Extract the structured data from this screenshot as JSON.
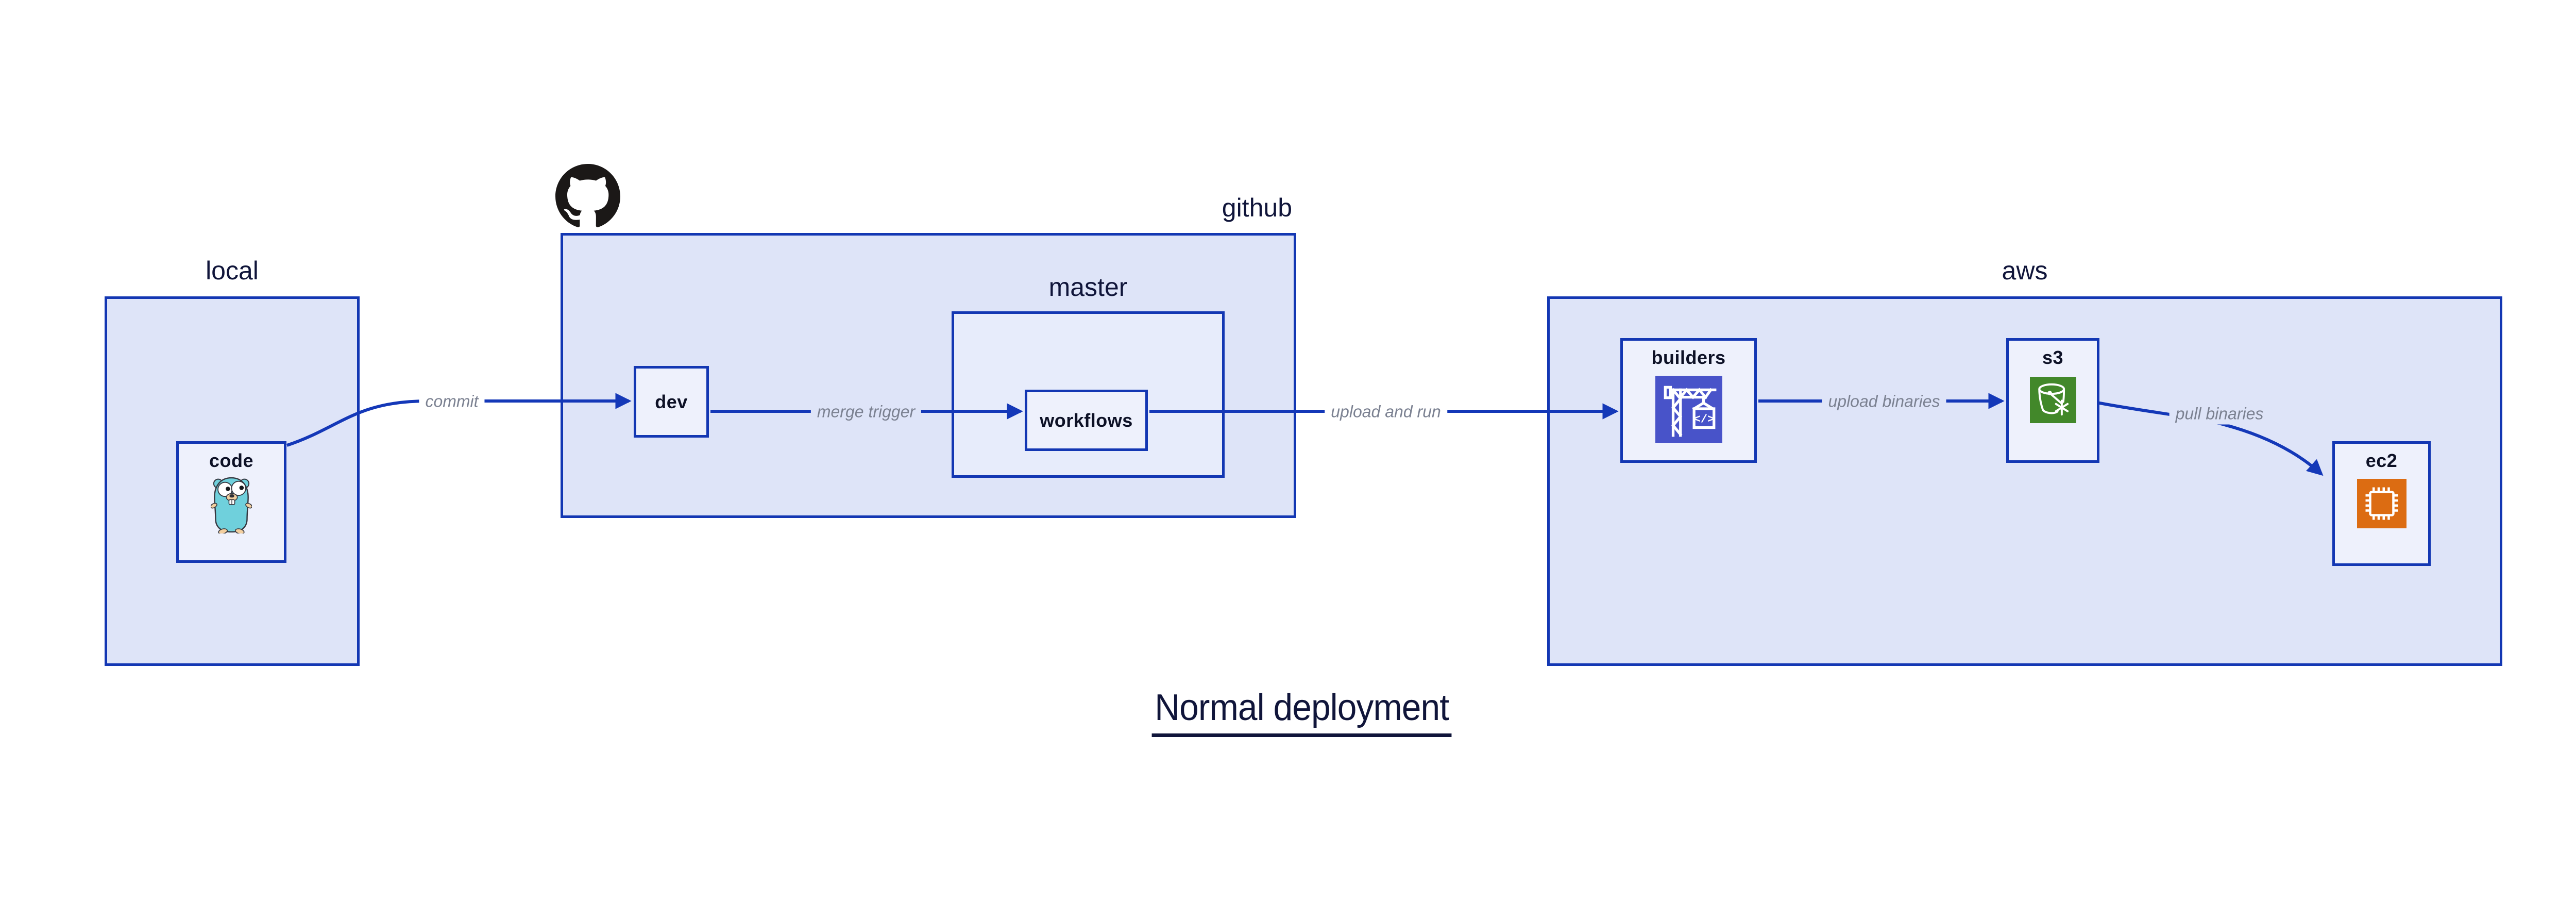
{
  "diagram_title": "Normal deployment",
  "containers": {
    "local": {
      "label": "local"
    },
    "github": {
      "label": "github"
    },
    "master": {
      "label": "master"
    },
    "aws": {
      "label": "aws"
    }
  },
  "nodes": {
    "code": {
      "label": "code",
      "icon": "go-gopher-icon"
    },
    "dev": {
      "label": "dev"
    },
    "workflows": {
      "label": "workflows"
    },
    "builders": {
      "label": "builders",
      "icon": "codebuild-crane-icon"
    },
    "s3": {
      "label": "s3",
      "icon": "s3-bucket-icon"
    },
    "ec2": {
      "label": "ec2",
      "icon": "ec2-chip-icon"
    }
  },
  "edges": [
    {
      "id": "commit",
      "label": "commit",
      "from": "code",
      "to": "dev"
    },
    {
      "id": "merge-trigger",
      "label": "merge trigger",
      "from": "dev",
      "to": "workflows"
    },
    {
      "id": "upload-and-run",
      "label": "upload and run",
      "from": "workflows",
      "to": "builders"
    },
    {
      "id": "upload-binaries",
      "label": "upload binaries",
      "from": "builders",
      "to": "s3"
    },
    {
      "id": "pull-binaries",
      "label": "pull binaries",
      "from": "s3",
      "to": "ec2"
    }
  ],
  "logos": {
    "github_mark": "github-octocat-icon"
  },
  "icon_glyphs": {
    "builders_code": "</>"
  },
  "colors": {
    "outline_blue": "#1337b3",
    "arrow_blue": "#1438b8",
    "container_fill": "#dee4f8",
    "master_fill": "#e7ecfb",
    "node_fill": "#eef1fc",
    "text_navy": "#10153a",
    "edge_label_gray": "#7b8191",
    "builders_icon_bg": "#4853c9",
    "s3_icon_bg": "#42882a",
    "ec2_icon_bg": "#dc6c12",
    "gopher_teal": "#6fd0dc",
    "github_black": "#1b1817"
  }
}
